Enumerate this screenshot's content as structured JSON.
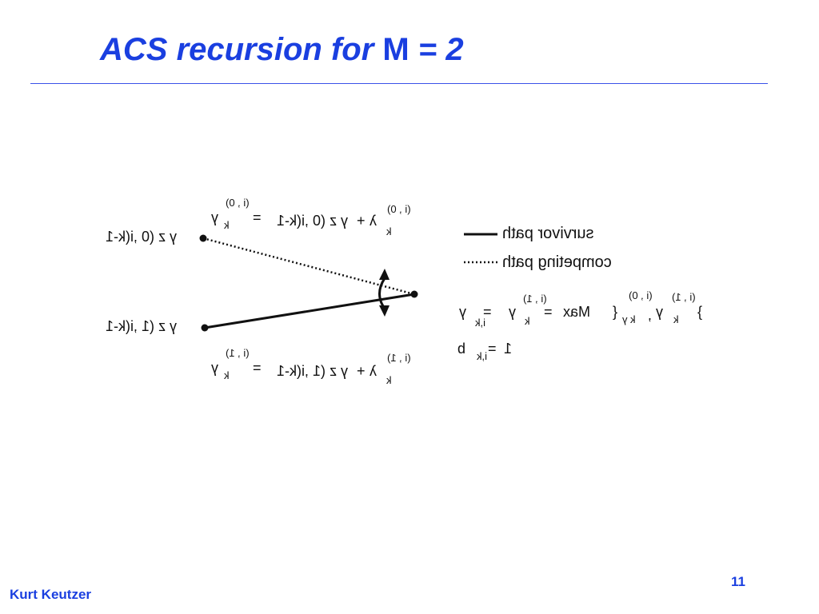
{
  "slide": {
    "title_main": "ACS recursion for ",
    "title_var": "M",
    "title_tail": " = 2",
    "author": "Kurt Keutzer",
    "page_number": "11"
  },
  "colors": {
    "title": "#1a3fe0",
    "rule": "#3a52e8",
    "ink": "#111111"
  },
  "diagram": {
    "left_top_label": "γ z (0 ,i(k-1",
    "left_bottom_label": "γ z (1 ,i(k-1",
    "top_eq": {
      "lhs": "γ",
      "lhs_sup": "(i , 0)",
      "lhs_sub": "k",
      "equals": "=",
      "term1": "γ z (0 ,i(k-1",
      "plus": "+",
      "term2": "λ",
      "term2_sup": "(i , 0)",
      "term2_sub": "k"
    },
    "bottom_eq": {
      "lhs": "γ",
      "lhs_sup": "(i , 1)",
      "lhs_sub": "k",
      "equals": "=",
      "term1": "γ z (1 ,i(k-1",
      "plus": "+",
      "term2": "λ",
      "term2_sup": "(i , 1)",
      "term2_sub": "k"
    },
    "legend": {
      "survivor": "survivor path",
      "competing": "competing path"
    },
    "max_eq": {
      "gamma1": "γ",
      "sub1": "i,k",
      "eq1": "=",
      "gamma2": "γ",
      "sup2": "(i , 1)",
      "sub2": "k",
      "eq2": "=",
      "max": "Max",
      "open": "{",
      "g3": "γ",
      "sup3": "(i , 0)",
      "sub3": "k",
      "comma": ",",
      "g4": "γ",
      "sup4": "(i , 1)",
      "sub4": "k",
      "close": "}"
    },
    "b_eq": {
      "b": "b",
      "sub": "i,k",
      "eq": "=",
      "val": "1"
    }
  }
}
